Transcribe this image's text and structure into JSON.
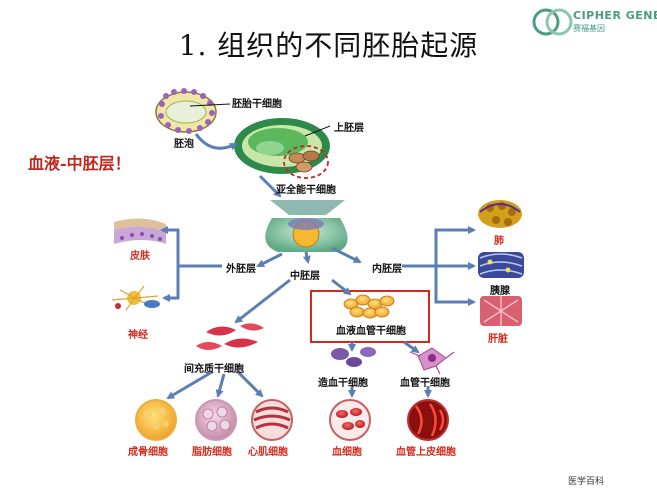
{
  "title": "1. 组织的不同胚胎起源",
  "logo": {
    "main": "CIPHER GENE",
    "sub": "赛福基因"
  },
  "note": "血液-中胚层！",
  "labels": {
    "embryo_stem": "胚胎干细胞",
    "blastocyst": "胚泡",
    "epiblast": "上胚层",
    "pluripotent": "亚全能干细胞",
    "ectoderm": "外胚层",
    "mesoderm": "中胚层",
    "endoderm": "内胚层",
    "skin": "皮肤",
    "nerve": "神经",
    "lung": "肺",
    "pancreas": "胰腺",
    "liver": "肝脏",
    "mesenchymal": "间充质干细胞",
    "hemangioblast": "血液血管干细胞",
    "hematopoietic": "造血干细胞",
    "vascular_stem": "血管干细胞",
    "osteoblast": "成骨细胞",
    "adipocyte": "脂肪细胞",
    "cardiomyocyte": "心肌细胞",
    "blood_cell": "血细胞",
    "endothelial": "血管上皮细胞"
  },
  "watermark": "医学百科",
  "colors": {
    "arrow": "#5b7fb5",
    "highlight": "#d42a1d",
    "logo": "#4a9c84"
  }
}
